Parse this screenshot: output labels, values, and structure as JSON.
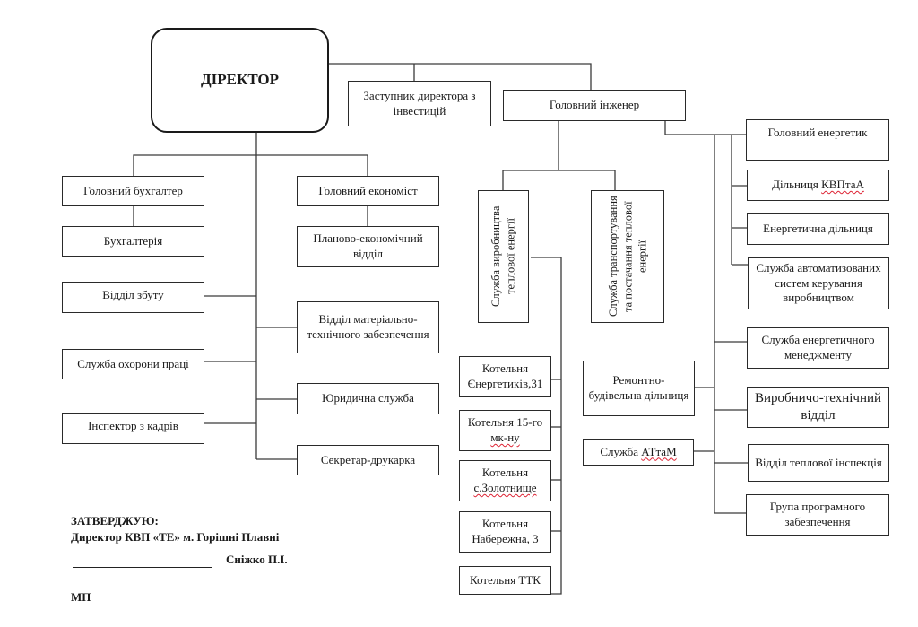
{
  "director": {
    "label": "ДІРЕКТОР"
  },
  "deputy_investments": {
    "label": "Заступник директора з інвестицій"
  },
  "chief_engineer": {
    "label": "Головний інженер"
  },
  "chief_accountant": {
    "label": "Головний бухгалтер"
  },
  "chief_economist": {
    "label": "Головний економіст"
  },
  "left_column": [
    {
      "label": "Бухгалтерія"
    },
    {
      "label": "Відділ збуту"
    },
    {
      "label": "Служба охорони праці"
    },
    {
      "label": "Інспектор з кадрів"
    }
  ],
  "middle_column": [
    {
      "label": "Планово-економічний відділ"
    },
    {
      "label": "Відділ матеріально-технічного забезпечення"
    },
    {
      "label": "Юридична служба"
    },
    {
      "label": "Секретар-друкарка"
    }
  ],
  "heat_production_service": {
    "label": "Служба виробництва теплової енергії"
  },
  "heat_transport_service": {
    "label": "Служба транспортування та постачання теплової енергії"
  },
  "boiler_houses": [
    {
      "label": "Котельня Єнергетиків,31"
    },
    {
      "label_a": "Котельня 15-го",
      "label_b": "мк-ну"
    },
    {
      "label_a": "Котельня",
      "label_b": "с.Золотнище"
    },
    {
      "label": "Котельня Набережна, 3"
    },
    {
      "label": "Котельня ТТК"
    }
  ],
  "repair_construction": {
    "label": "Ремонтно-будівельна дільниця"
  },
  "attam_service": {
    "label_a": "Служба ",
    "label_b": "АТтаМ"
  },
  "right_column": [
    {
      "label": "Головний енергетик"
    },
    {
      "label_a": "Дільниця ",
      "label_b": "КВПтаА"
    },
    {
      "label": "Енергетична дільниця"
    },
    {
      "label": "Служба автоматизованих систем керування виробництвом"
    },
    {
      "label": "Служба енергетичного менеджменту"
    },
    {
      "label": "Виробничо-технічний відділ"
    },
    {
      "label": "Відділ теплової інспекція"
    },
    {
      "label": "Група програмного забезпечення"
    }
  ],
  "approval": {
    "title": "ЗАТВЕРДЖУЮ:",
    "position": "Директор КВП «ТЕ» м. Горішні Плавні",
    "signer": "Сніжко П.І.",
    "stamp": "МП"
  }
}
